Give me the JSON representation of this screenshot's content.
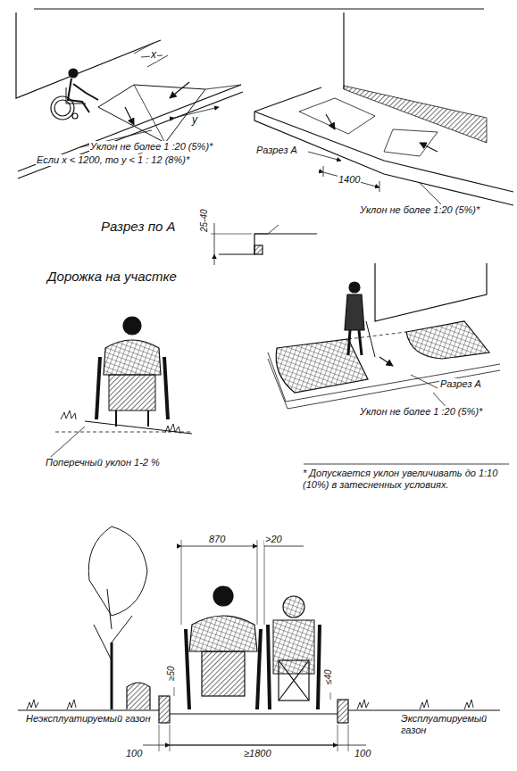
{
  "diagram": {
    "labels": [
      "x",
      "y",
      "Уклон не более 1 :20 (5%)*",
      "Если x < 1200, то y < 1 : 12 (8%)*",
      "Разрез А",
      "1400",
      "Уклон не более 1:20 (5%)*",
      "Разрез по А",
      "25-40",
      "Дорожка на участке",
      "Поперечный уклон 1-2 %",
      "Разрез А",
      "Уклон не более 1 :20 (5%)*",
      "* Допускается уклон увеличивать до 1:10 (10%) в затесненных условиях.",
      "870",
      ">20",
      "≥50",
      "≤40",
      "Неэксплуатируемый газон",
      "Эксплуатируемый газон",
      "100",
      "≥1800",
      "100"
    ]
  }
}
